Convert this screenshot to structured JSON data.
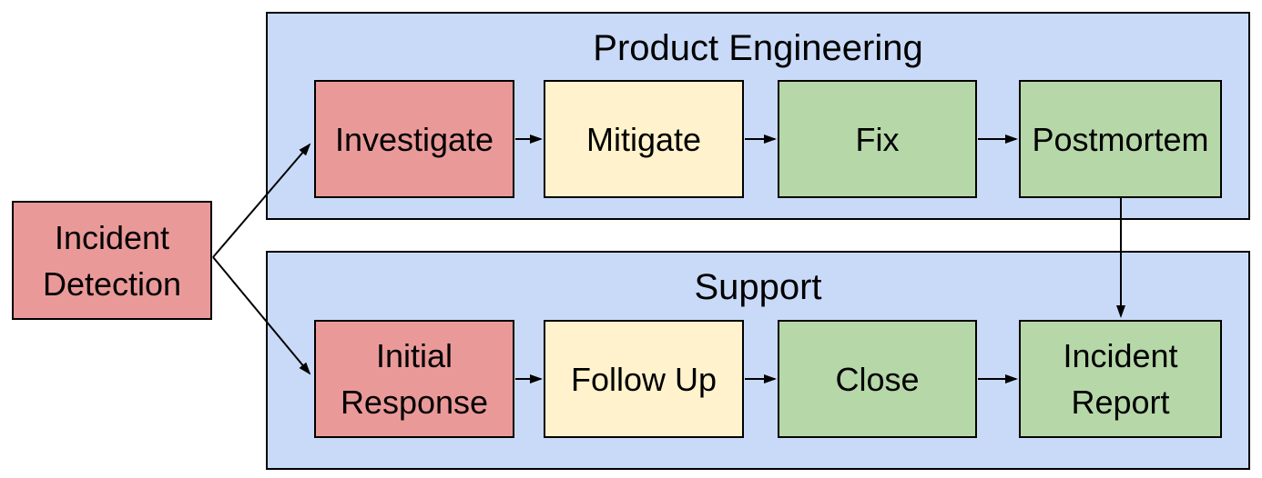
{
  "colors": {
    "node_red": "#ea9999",
    "node_yellow": "#fff2cc",
    "node_green": "#b6d7a8",
    "lane_blue": "#c9daf8",
    "border": "#000000",
    "arrow": "#000000",
    "text": "#000000",
    "background": "#ffffff"
  },
  "start": {
    "label": "Incident\nDetection",
    "color": "node_red"
  },
  "lanes": [
    {
      "title": "Product Engineering",
      "steps": [
        {
          "label": "Investigate",
          "color": "node_red"
        },
        {
          "label": "Mitigate",
          "color": "node_yellow"
        },
        {
          "label": "Fix",
          "color": "node_green"
        },
        {
          "label": "Postmortem",
          "color": "node_green"
        }
      ]
    },
    {
      "title": "Support",
      "steps": [
        {
          "label": "Initial\nResponse",
          "color": "node_red"
        },
        {
          "label": "Follow Up",
          "color": "node_yellow"
        },
        {
          "label": "Close",
          "color": "node_green"
        },
        {
          "label": "Incident\nReport",
          "color": "node_green"
        }
      ]
    }
  ],
  "connections": [
    {
      "from": "Incident Detection",
      "to": "Investigate"
    },
    {
      "from": "Incident Detection",
      "to": "Initial Response"
    },
    {
      "from": "Investigate",
      "to": "Mitigate"
    },
    {
      "from": "Mitigate",
      "to": "Fix"
    },
    {
      "from": "Fix",
      "to": "Postmortem"
    },
    {
      "from": "Postmortem",
      "to": "Incident Report"
    },
    {
      "from": "Initial Response",
      "to": "Follow Up"
    },
    {
      "from": "Follow Up",
      "to": "Close"
    },
    {
      "from": "Close",
      "to": "Incident Report"
    }
  ]
}
